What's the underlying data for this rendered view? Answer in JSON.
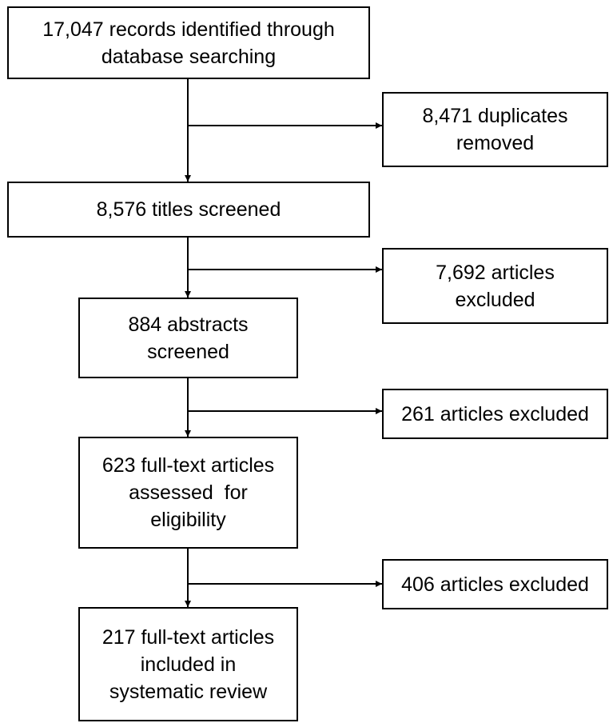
{
  "main_flow": [
    {
      "lines": [
        "17,047 records identified through",
        "database searching"
      ]
    },
    {
      "lines": [
        "8,576 titles screened"
      ]
    },
    {
      "lines": [
        "884 abstracts",
        "screened"
      ]
    },
    {
      "lines": [
        "623 full-text articles",
        "assessed  for",
        "eligibility"
      ]
    },
    {
      "lines": [
        "217 full-text articles",
        "included in",
        "systematic review"
      ]
    }
  ],
  "exclusions": [
    {
      "lines": [
        "8,471 duplicates",
        "removed"
      ]
    },
    {
      "lines": [
        "7,692 articles",
        "excluded"
      ]
    },
    {
      "lines": [
        "261 articles excluded"
      ]
    },
    {
      "lines": [
        "406 articles excluded"
      ]
    }
  ],
  "colors": {
    "stroke": "#000000",
    "background": "#ffffff"
  }
}
